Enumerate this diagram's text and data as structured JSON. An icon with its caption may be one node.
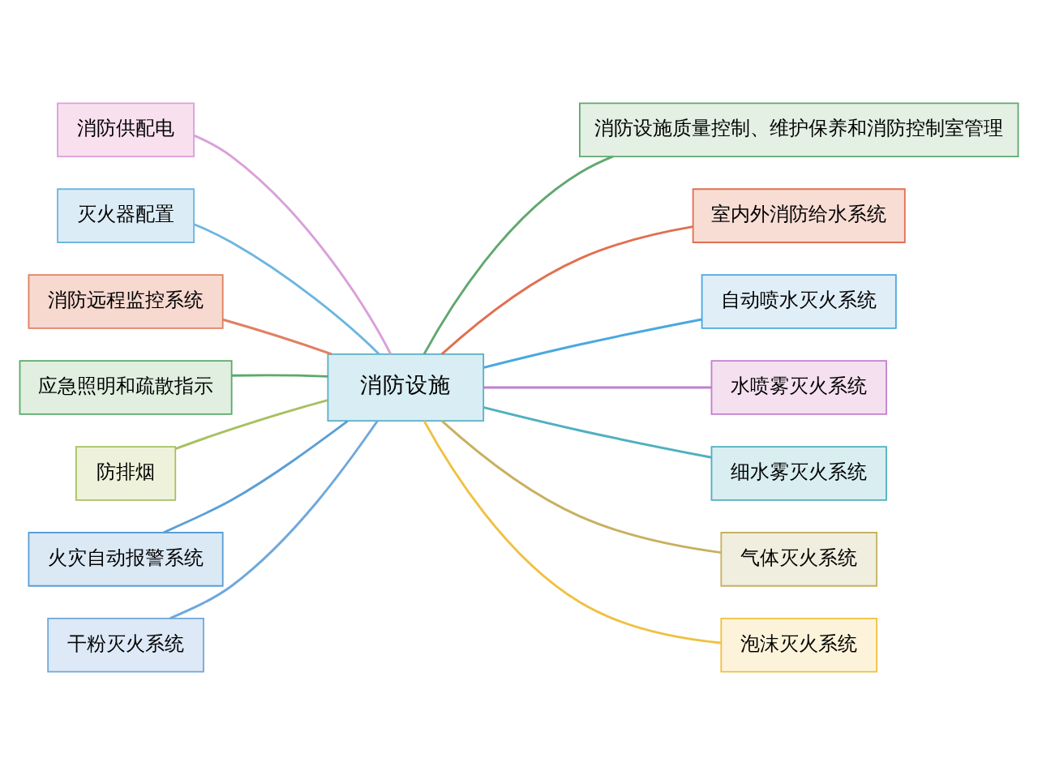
{
  "diagram": {
    "nodes": [
      {
        "text": [
          "消防设施"
        ]
      },
      {
        "text": [
          "消防供配电"
        ]
      },
      {
        "text": [
          "灭火器配置"
        ]
      },
      {
        "text": [
          "消防远程监控系统"
        ]
      },
      {
        "text": [
          "应急照明和疏散指示"
        ]
      },
      {
        "text": [
          "防排烟"
        ]
      },
      {
        "text": [
          "火灾自动报警系统"
        ]
      },
      {
        "text": [
          "干粉灭火系统"
        ]
      },
      {
        "text": [
          "消防设施质量控制、维护保养和消防控制室管理"
        ]
      },
      {
        "text": [
          "室内外消防给水系统"
        ]
      },
      {
        "text": [
          "自动喷水灭火系统"
        ]
      },
      {
        "text": [
          "水喷雾灭火系统"
        ]
      },
      {
        "text": [
          "细水雾灭火系统"
        ]
      },
      {
        "text": [
          "气体灭火系统"
        ]
      },
      {
        "text": [
          "泡沫灭火系统"
        ]
      }
    ],
    "edges": [
      {
        "from": 0,
        "to": 1,
        "arrow": "none",
        "color": "#d9a0d9"
      },
      {
        "from": 0,
        "to": 2,
        "arrow": "none",
        "color": "#6cb6e0"
      },
      {
        "from": 0,
        "to": 3,
        "arrow": "none",
        "color": "#e08060"
      },
      {
        "from": 0,
        "to": 4,
        "arrow": "none",
        "color": "#5aaa6a"
      },
      {
        "from": 0,
        "to": 5,
        "arrow": "none",
        "color": "#a8c060"
      },
      {
        "from": 0,
        "to": 6,
        "arrow": "none",
        "color": "#5a9fd6"
      },
      {
        "from": 0,
        "to": 7,
        "arrow": "none",
        "color": "#6fa8dc"
      },
      {
        "from": 0,
        "to": 8,
        "arrow": "none",
        "color": "#60a870"
      },
      {
        "from": 0,
        "to": 9,
        "arrow": "none",
        "color": "#e07050"
      },
      {
        "from": 0,
        "to": 10,
        "arrow": "none",
        "color": "#4aa8e0"
      },
      {
        "from": 0,
        "to": 11,
        "arrow": "none",
        "color": "#c080d0"
      },
      {
        "from": 0,
        "to": 12,
        "arrow": "none",
        "color": "#50b0c0"
      },
      {
        "from": 0,
        "to": 13,
        "arrow": "none",
        "color": "#c8b060"
      },
      {
        "from": 0,
        "to": 14,
        "arrow": "none",
        "color": "#f0c040"
      }
    ]
  }
}
